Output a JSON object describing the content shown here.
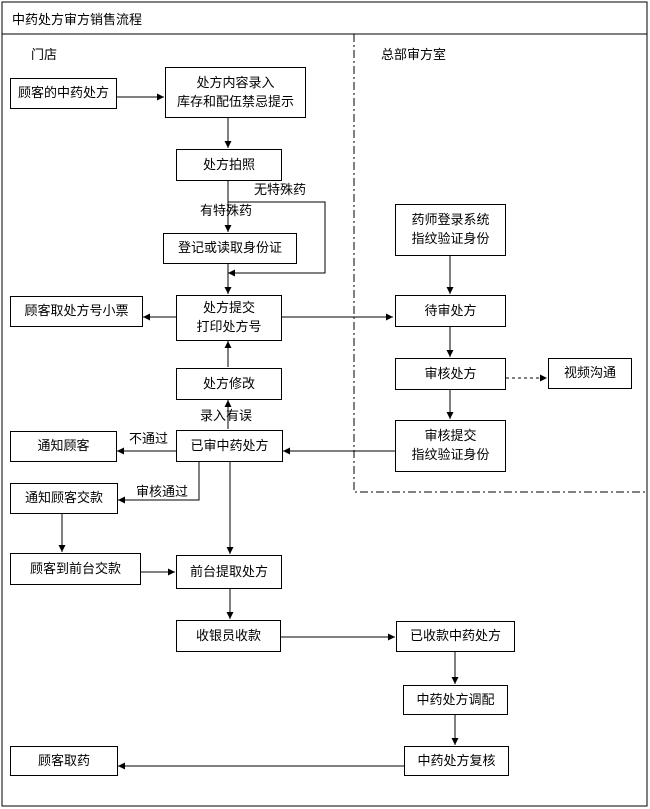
{
  "title": "中药处方审方销售流程",
  "regions": {
    "store": "门店",
    "hq": "总部审方室"
  },
  "nodes": {
    "customer_rx": "顾客的中药处方",
    "entry": "处方内容录入\n库存和配伍禁忌提示",
    "photo": "处方拍照",
    "id_card": "登记或读取身份证",
    "receipt": "顾客取处方号小票",
    "submit": "处方提交\n打印处方号",
    "modify": "处方修改",
    "notify": "通知顾客",
    "reviewed": "已审中药处方",
    "notify_pay": "通知顾客交款",
    "pay_front": "顾客到前台交款",
    "front_extract": "前台提取处方",
    "cashier": "收银员收款",
    "paid_rx": "已收款中药处方",
    "dispense": "中药处方调配",
    "pickup": "顾客取药",
    "recheck": "中药处方复核",
    "pharmacist_login": "药师登录系统\n指纹验证身份",
    "pending": "待审处方",
    "audit": "审核处方",
    "video": "视频沟通",
    "audit_submit": "审核提交\n指纹验证身份"
  },
  "labels": {
    "no_special": "无特殊药",
    "has_special": "有特殊药",
    "entry_error": "录入有误",
    "not_passed": "不通过",
    "passed": "审核通过"
  }
}
